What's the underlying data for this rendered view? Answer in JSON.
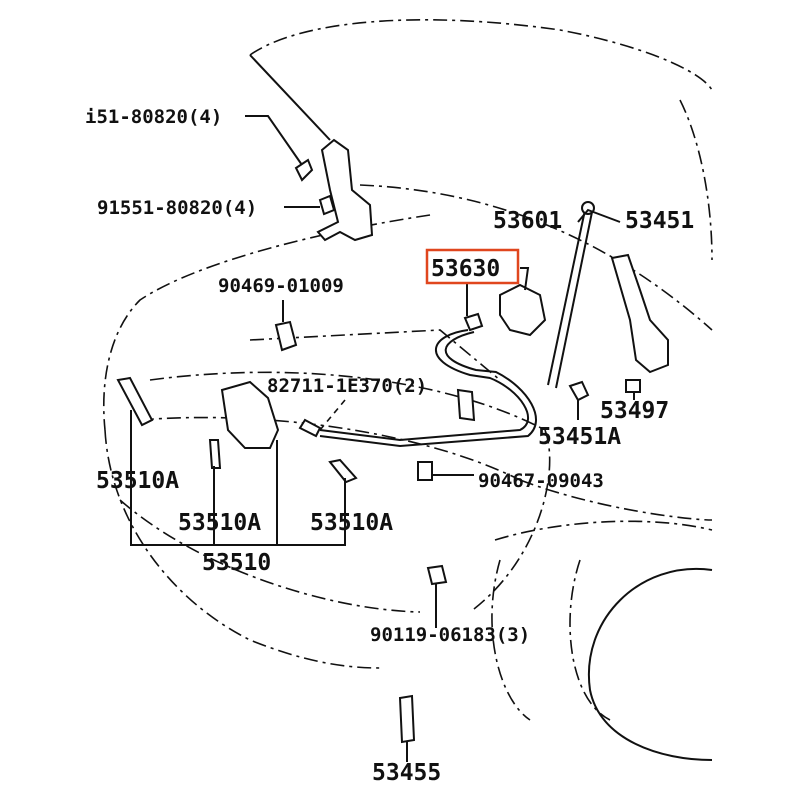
{
  "diagram": {
    "highlighted_part": "53630",
    "highlight_color": "#e0461e",
    "labels": {
      "bolt_top": "i51-80820(4)",
      "bolt_hinge": "91551-80820(4)",
      "clip_90469": "90469-01009",
      "hood_support_53601": "53601",
      "hood_support_53451": "53451",
      "hood_lock_53630": "53630",
      "clamp_82711": "82711-1E370(2)",
      "cushion_53497": "53497",
      "retainer_53451A": "53451A",
      "clip_90467": "90467-09043",
      "seal_left": "53510A",
      "seal_center": "53510A",
      "seal_right": "53510A",
      "seal_group": "53510",
      "clip_90119": "90119-06183(3)",
      "stay_53455": "53455"
    }
  }
}
